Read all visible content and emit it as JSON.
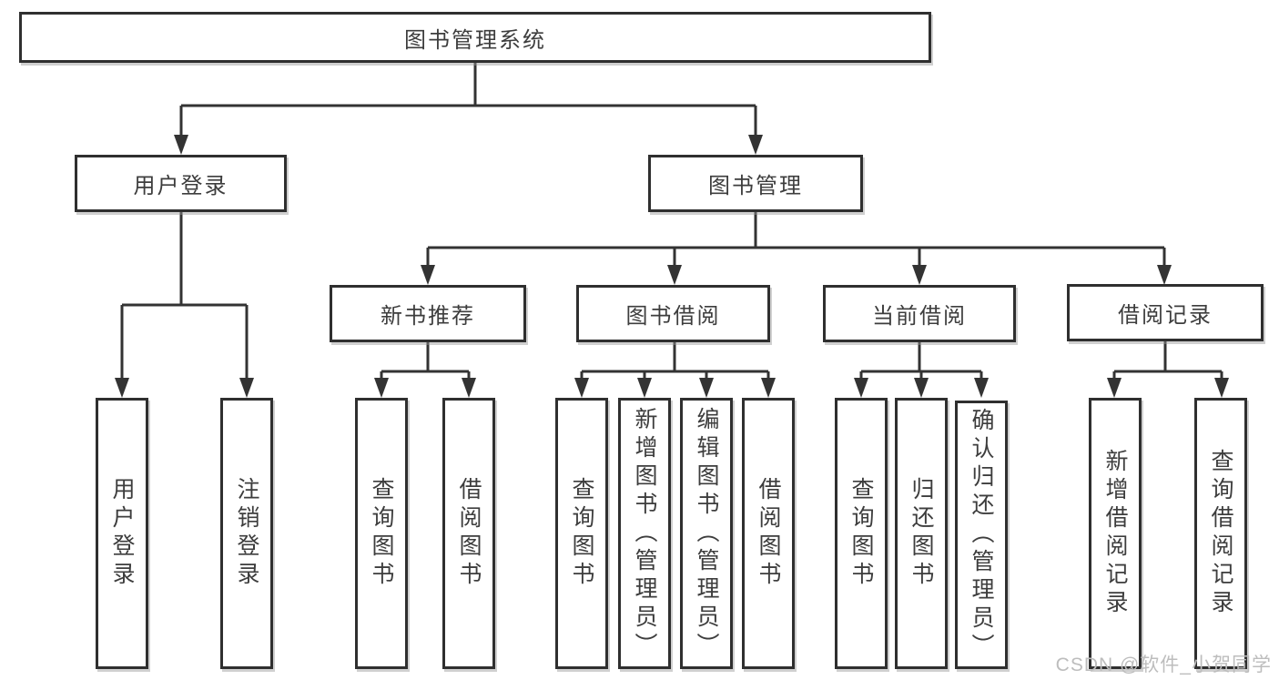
{
  "diagram": {
    "title": "图书管理系统",
    "root": {
      "label": "图书管理系统"
    },
    "branches": [
      {
        "label": "用户登录",
        "children": [
          {
            "label": "用户登录"
          },
          {
            "label": "注销登录"
          }
        ]
      },
      {
        "label": "图书管理",
        "children": [
          {
            "label": "新书推荐",
            "children": [
              {
                "label": "查询图书"
              },
              {
                "label": "借阅图书"
              }
            ]
          },
          {
            "label": "图书借阅",
            "children": [
              {
                "label": "查询图书"
              },
              {
                "label": "新增图书（管理员）"
              },
              {
                "label": "编辑图书（管理员）"
              },
              {
                "label": "借阅图书"
              }
            ]
          },
          {
            "label": "当前借阅",
            "children": [
              {
                "label": "查询图书"
              },
              {
                "label": "归还图书"
              },
              {
                "label": "确认归还（管理员）"
              }
            ]
          },
          {
            "label": "借阅记录",
            "children": [
              {
                "label": "新增借阅记录"
              },
              {
                "label": "查询借阅记录"
              }
            ]
          }
        ]
      }
    ]
  },
  "watermark": {
    "text": "CSDN @软件_小贺同学"
  },
  "colors": {
    "line": "#333333",
    "box_border": "#2f2f2f",
    "text": "#3d3d3d",
    "background": "#ffffff",
    "watermark": "#bdbdbd"
  }
}
